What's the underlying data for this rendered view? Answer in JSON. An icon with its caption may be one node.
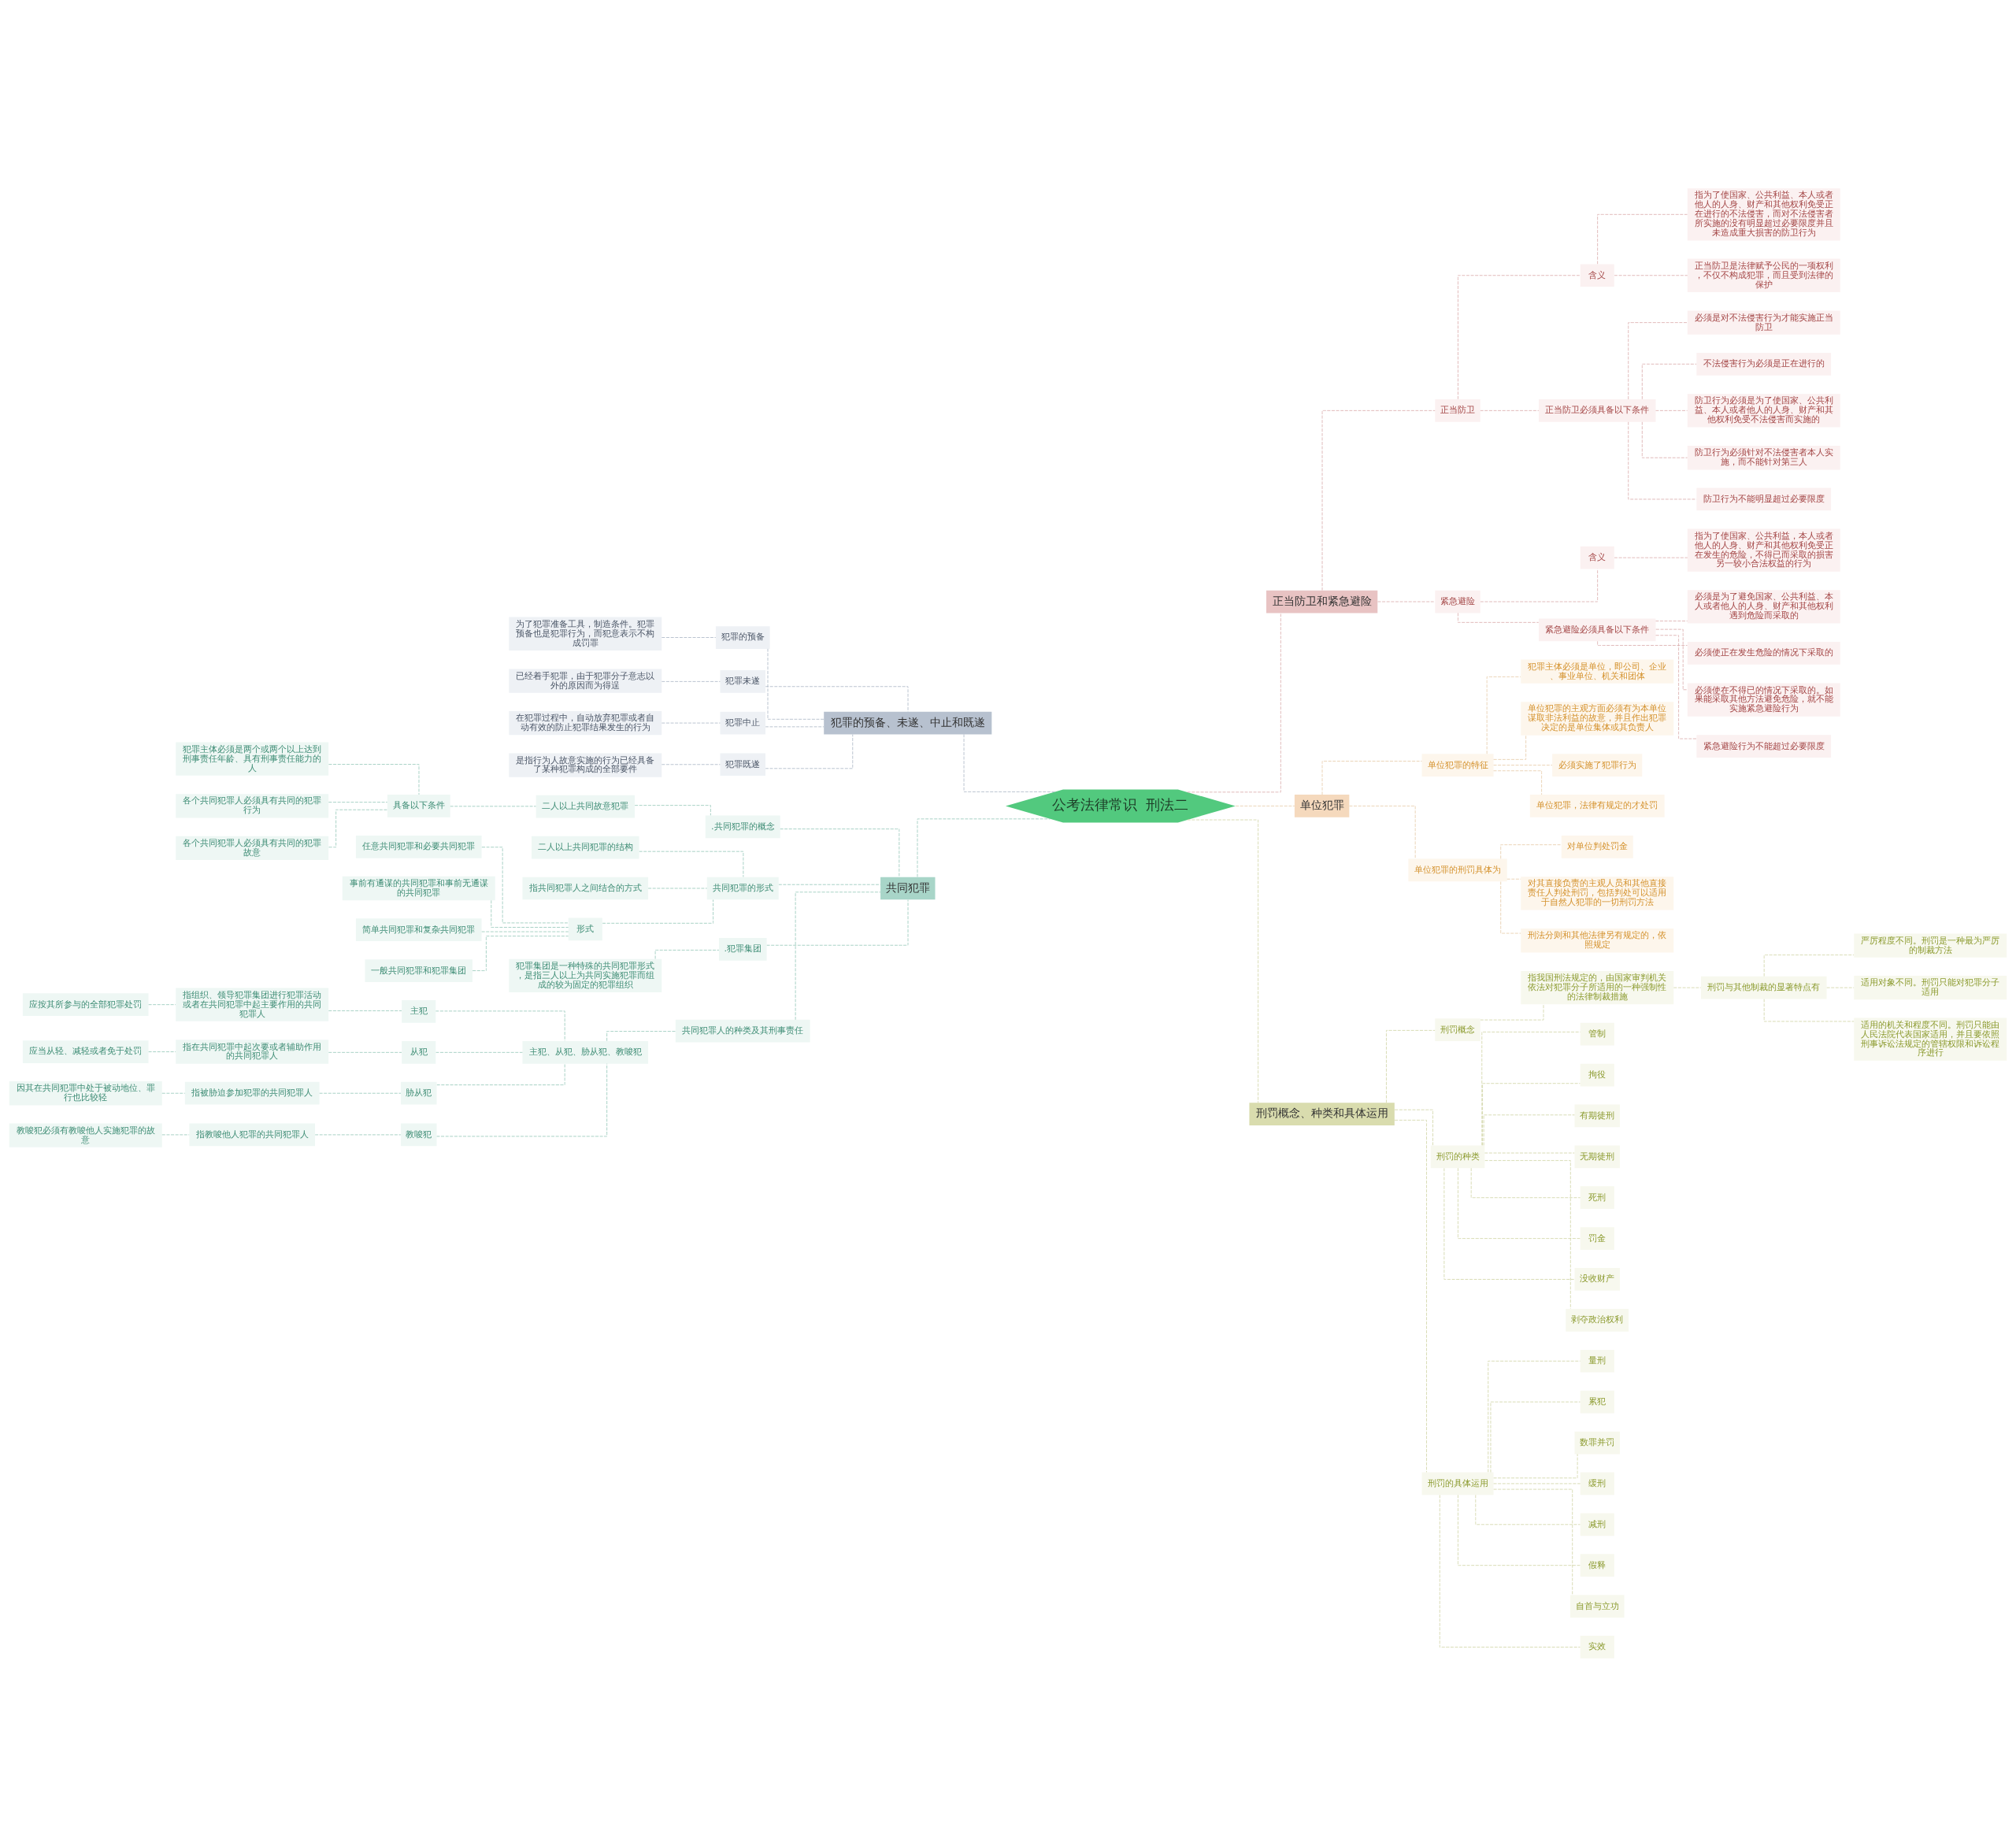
{
  "diagram": {
    "nodes": [
      {
        "text": [
          "公考法律常识  刑法二"
        ]
      },
      {
        "text": [
          "正当防卫和紧急避险"
        ]
      },
      {
        "text": [
          "正当防卫"
        ]
      },
      {
        "text": [
          "含义"
        ]
      },
      {
        "text": [
          "指为了使国家、公共利益、本人或者他人的人身、财产和其他权利免受正在进行的不法侵害，而对不法侵害者所实施的没有明显超过必要限度并且未造成重大损害的防卫行为"
        ]
      },
      {
        "text": [
          "正当防卫是法律赋予公民的一项权利，不仅不构成犯罪，而且受到法律的保护"
        ]
      },
      {
        "text": [
          "正当防卫必须具备以下条件"
        ]
      },
      {
        "text": [
          "必须是对不法侵害行为才能实施正当防卫"
        ]
      },
      {
        "text": [
          "不法侵害行为必须是正在进行的"
        ]
      },
      {
        "text": [
          "防卫行为必须是为了使国家、公共利益、本人或者他人的人身、财产和其他权利免受不法侵害而实施的"
        ]
      },
      {
        "text": [
          "防卫行为必须针对不法侵害者本人实施，而不能针对第三人"
        ]
      },
      {
        "text": [
          "防卫行为不能明显超过必要限度"
        ]
      },
      {
        "text": [
          "紧急避险"
        ]
      },
      {
        "text": [
          "含义"
        ]
      },
      {
        "text": [
          "指为了使国家、公共利益，本人或者他人的人身、财产和其他权利免受正在发生的危险，不得已而采取的损害另一较小合法权益的行为"
        ]
      },
      {
        "text": [
          "紧急避险必须具备以下条件"
        ]
      },
      {
        "text": [
          "必须是为了避免国家、公共利益、本人或者他人的人身、财产和其他权利遇到危险而采取的"
        ]
      },
      {
        "text": [
          "必须使正在发生危险的情况下采取的"
        ]
      },
      {
        "text": [
          "必须使在不得已的情况下采取的。如果能采取其他方法避免危险，就不能实施紧急避险行为"
        ]
      },
      {
        "text": [
          "紧急避险行为不能超过必要限度"
        ]
      },
      {
        "text": [
          "单位犯罪"
        ]
      },
      {
        "text": [
          "单位犯罪的特征"
        ]
      },
      {
        "text": [
          "犯罪主体必须是单位，即公司、企业、事业单位、机关和团体"
        ]
      },
      {
        "text": [
          "单位犯罪的主观方面必须有为本单位谋取非法利益的故意，并且作出犯罪决定的是单位集体或其负责人"
        ]
      },
      {
        "text": [
          "必须实施了犯罪行为"
        ]
      },
      {
        "text": [
          "单位犯罪，法律有规定的才处罚"
        ]
      },
      {
        "text": [
          "单位犯罪的刑罚具体为"
        ]
      },
      {
        "text": [
          "对单位判处罚金"
        ]
      },
      {
        "text": [
          "对其直接负责的主观人员和其他直接责任人判处刑罚，包括判处可以适用于自然人犯罪的一切刑罚方法"
        ]
      },
      {
        "text": [
          "刑法分则和其他法律另有规定的，依照规定"
        ]
      },
      {
        "text": [
          "刑罚概念、种类和具体运用"
        ]
      },
      {
        "text": [
          "刑罚概念"
        ]
      },
      {
        "text": [
          "指我国刑法规定的，由国家审判机关依法对犯罪分子所适用的一种强制性的法律制裁措施"
        ]
      },
      {
        "text": [
          "刑罚与其他制裁的显著特点有"
        ]
      },
      {
        "text": [
          "严厉程度不同。刑罚是一种最为严厉的制裁方法"
        ]
      },
      {
        "text": [
          "适用对象不同。刑罚只能对犯罪分子适用"
        ]
      },
      {
        "text": [
          "适用的机关和程度不同。刑罚只能由人民法院代表国家适用，并且要依照刑事诉讼法规定的管辖权限和诉讼程序进行"
        ]
      },
      {
        "text": [
          "刑罚的种类"
        ]
      },
      {
        "text": [
          "管制"
        ]
      },
      {
        "text": [
          "拘役"
        ]
      },
      {
        "text": [
          "有期徒刑"
        ]
      },
      {
        "text": [
          "无期徒刑"
        ]
      },
      {
        "text": [
          "死刑"
        ]
      },
      {
        "text": [
          "罚金"
        ]
      },
      {
        "text": [
          "没收财产"
        ]
      },
      {
        "text": [
          "剥夺政治权利"
        ]
      },
      {
        "text": [
          "刑罚的具体运用"
        ]
      },
      {
        "text": [
          "量刑"
        ]
      },
      {
        "text": [
          "累犯"
        ]
      },
      {
        "text": [
          "数罪并罚"
        ]
      },
      {
        "text": [
          "缓刑"
        ]
      },
      {
        "text": [
          "减刑"
        ]
      },
      {
        "text": [
          "假释"
        ]
      },
      {
        "text": [
          "自首与立功"
        ]
      },
      {
        "text": [
          "实效"
        ]
      },
      {
        "text": [
          "犯罪的预备、未遂、中止和既遂"
        ]
      },
      {
        "text": [
          "犯罪的预备"
        ]
      },
      {
        "text": [
          "为了犯罪准备工具，制造条件。犯罪预备也是犯罪行为，而犯意表示不构成罚罪"
        ]
      },
      {
        "text": [
          "犯罪未遂"
        ]
      },
      {
        "text": [
          "已经着手犯罪，由于犯罪分子意志以外的原因而为得逞"
        ]
      },
      {
        "text": [
          "犯罪中止"
        ]
      },
      {
        "text": [
          "在犯罪过程中，自动放弃犯罪或者自动有效的防止犯罪结果发生的行为"
        ]
      },
      {
        "text": [
          "犯罪既遂"
        ]
      },
      {
        "text": [
          "是指行为人故意实施的行为已经具备了某种犯罪构成的全部要件"
        ]
      },
      {
        "text": [
          "共同犯罪"
        ]
      },
      {
        "text": [
          ".共同犯罪的概念"
        ]
      },
      {
        "text": [
          "二人以上共同故意犯罪"
        ]
      },
      {
        "text": [
          "具备以下条件"
        ]
      },
      {
        "text": [
          "犯罪主体必须是两个或两个以上达到刑事责任年龄、具有刑事责任能力的人"
        ]
      },
      {
        "text": [
          "各个共同犯罪人必须具有共同的犯罪行为"
        ]
      },
      {
        "text": [
          "各个共同犯罪人必须具有共同的犯罪故意"
        ]
      },
      {
        "text": [
          "共同犯罪的形式"
        ]
      },
      {
        "text": [
          "二人以上共同犯罪的结构"
        ]
      },
      {
        "text": [
          "指共同犯罪人之间结合的方式"
        ]
      },
      {
        "text": [
          "形式"
        ]
      },
      {
        "text": [
          "任意共同犯罪和必要共同犯罪"
        ]
      },
      {
        "text": [
          "事前有通谋的共同犯罪和事前无通谋的共同犯罪"
        ]
      },
      {
        "text": [
          "简单共同犯罪和复杂共同犯罪"
        ]
      },
      {
        "text": [
          "一般共同犯罪和犯罪集团"
        ]
      },
      {
        "text": [
          ".犯罪集团"
        ]
      },
      {
        "text": [
          "犯罪集团是一种特殊的共同犯罪形式，是指三人以上为共同实施犯罪而组成的较为固定的犯罪组织"
        ]
      },
      {
        "text": [
          "共同犯罪人的种类及其刑事责任"
        ]
      },
      {
        "text": [
          "主犯、从犯、胁从犯、教唆犯"
        ]
      },
      {
        "text": [
          "主犯"
        ]
      },
      {
        "text": [
          "指组织、领导犯罪集团进行犯罪活动或者在共同犯罪中起主要作用的共同犯罪人"
        ]
      },
      {
        "text": [
          "应按其所参与的全部犯罪处罚"
        ]
      },
      {
        "text": [
          "从犯"
        ]
      },
      {
        "text": [
          "指在共同犯罪中起次要或者辅助作用的共同犯罪人"
        ]
      },
      {
        "text": [
          "应当从轻、减轻或者免于处罚"
        ]
      },
      {
        "text": [
          "胁从犯"
        ]
      },
      {
        "text": [
          "指被胁迫参加犯罪的共同犯罪人"
        ]
      },
      {
        "text": [
          "因其在共同犯罪中处于被动地位、罪行也比较轻"
        ]
      },
      {
        "text": [
          "教唆犯"
        ]
      },
      {
        "text": [
          "指教唆他人犯罪的共同犯罪人"
        ]
      },
      {
        "text": [
          "教唆犯必须有教唆他人实施犯罪的故意"
        ]
      }
    ],
    "edges": [
      {
        "from": 0,
        "to": 1,
        "arrow": "none",
        "style": "dashed",
        "color": "#d9a9a9"
      },
      {
        "from": 1,
        "to": 2,
        "arrow": "none",
        "style": "dashed",
        "color": "#d9a9a9"
      },
      {
        "from": 2,
        "to": 3,
        "arrow": "none",
        "style": "dashed",
        "color": "#d9a9a9"
      },
      {
        "from": 3,
        "to": 4,
        "arrow": "none",
        "style": "dashed",
        "color": "#d9a9a9"
      },
      {
        "from": 3,
        "to": 5,
        "arrow": "none",
        "style": "dashed",
        "color": "#d9a9a9"
      },
      {
        "from": 2,
        "to": 6,
        "arrow": "none",
        "style": "dashed",
        "color": "#d9a9a9"
      },
      {
        "from": 6,
        "to": 7,
        "arrow": "none",
        "style": "dashed",
        "color": "#d9a9a9"
      },
      {
        "from": 6,
        "to": 8,
        "arrow": "none",
        "style": "dashed",
        "color": "#d9a9a9"
      },
      {
        "from": 6,
        "to": 9,
        "arrow": "none",
        "style": "dashed",
        "color": "#d9a9a9"
      },
      {
        "from": 6,
        "to": 10,
        "arrow": "none",
        "style": "dashed",
        "color": "#d9a9a9"
      },
      {
        "from": 6,
        "to": 11,
        "arrow": "none",
        "style": "dashed",
        "color": "#d9a9a9"
      },
      {
        "from": 1,
        "to": 12,
        "arrow": "none",
        "style": "dashed",
        "color": "#d9a9a9"
      },
      {
        "from": 12,
        "to": 13,
        "arrow": "none",
        "style": "dashed",
        "color": "#d9a9a9"
      },
      {
        "from": 13,
        "to": 14,
        "arrow": "none",
        "style": "dashed",
        "color": "#d9a9a9"
      },
      {
        "from": 12,
        "to": 15,
        "arrow": "none",
        "style": "dashed",
        "color": "#d9a9a9"
      },
      {
        "from": 15,
        "to": 16,
        "arrow": "none",
        "style": "dashed",
        "color": "#d9a9a9"
      },
      {
        "from": 15,
        "to": 17,
        "arrow": "none",
        "style": "dashed",
        "color": "#d9a9a9"
      },
      {
        "from": 15,
        "to": 18,
        "arrow": "none",
        "style": "dashed",
        "color": "#d9a9a9"
      },
      {
        "from": 15,
        "to": 19,
        "arrow": "none",
        "style": "dashed",
        "color": "#d9a9a9"
      },
      {
        "from": 0,
        "to": 20,
        "arrow": "none",
        "style": "dashed",
        "color": "#e6c9a6"
      },
      {
        "from": 20,
        "to": 21,
        "arrow": "none",
        "style": "dashed",
        "color": "#e6c9a6"
      },
      {
        "from": 21,
        "to": 22,
        "arrow": "none",
        "style": "dashed",
        "color": "#e6c9a6"
      },
      {
        "from": 21,
        "to": 23,
        "arrow": "none",
        "style": "dashed",
        "color": "#e6c9a6"
      },
      {
        "from": 21,
        "to": 24,
        "arrow": "none",
        "style": "dashed",
        "color": "#e6c9a6"
      },
      {
        "from": 21,
        "to": 25,
        "arrow": "none",
        "style": "dashed",
        "color": "#e6c9a6"
      },
      {
        "from": 20,
        "to": 26,
        "arrow": "none",
        "style": "dashed",
        "color": "#e6c9a6"
      },
      {
        "from": 26,
        "to": 27,
        "arrow": "none",
        "style": "dashed",
        "color": "#e6c9a6"
      },
      {
        "from": 26,
        "to": 28,
        "arrow": "none",
        "style": "dashed",
        "color": "#e6c9a6"
      },
      {
        "from": 26,
        "to": 29,
        "arrow": "none",
        "style": "dashed",
        "color": "#e6c9a6"
      },
      {
        "from": 0,
        "to": 30,
        "arrow": "none",
        "style": "dashed",
        "color": "#cfd3a3"
      },
      {
        "from": 30,
        "to": 31,
        "arrow": "none",
        "style": "dashed",
        "color": "#cfd3a3"
      },
      {
        "from": 31,
        "to": 32,
        "arrow": "none",
        "style": "dashed",
        "color": "#cfd3a3"
      },
      {
        "from": 32,
        "to": 33,
        "arrow": "none",
        "style": "dashed",
        "color": "#cfd3a3"
      },
      {
        "from": 33,
        "to": 34,
        "arrow": "none",
        "style": "dashed",
        "color": "#cfd3a3"
      },
      {
        "from": 33,
        "to": 35,
        "arrow": "none",
        "style": "dashed",
        "color": "#cfd3a3"
      },
      {
        "from": 33,
        "to": 36,
        "arrow": "none",
        "style": "dashed",
        "color": "#cfd3a3"
      },
      {
        "from": 30,
        "to": 37,
        "arrow": "none",
        "style": "dashed",
        "color": "#cfd3a3"
      },
      {
        "from": 37,
        "to": 38,
        "arrow": "none",
        "style": "dashed",
        "color": "#cfd3a3"
      },
      {
        "from": 37,
        "to": 39,
        "arrow": "none",
        "style": "dashed",
        "color": "#cfd3a3"
      },
      {
        "from": 37,
        "to": 40,
        "arrow": "none",
        "style": "dashed",
        "color": "#cfd3a3"
      },
      {
        "from": 37,
        "to": 41,
        "arrow": "none",
        "style": "dashed",
        "color": "#cfd3a3"
      },
      {
        "from": 37,
        "to": 42,
        "arrow": "none",
        "style": "dashed",
        "color": "#cfd3a3"
      },
      {
        "from": 37,
        "to": 43,
        "arrow": "none",
        "style": "dashed",
        "color": "#cfd3a3"
      },
      {
        "from": 37,
        "to": 44,
        "arrow": "none",
        "style": "dashed",
        "color": "#cfd3a3"
      },
      {
        "from": 37,
        "to": 45,
        "arrow": "none",
        "style": "dashed",
        "color": "#cfd3a3"
      },
      {
        "from": 30,
        "to": 46,
        "arrow": "none",
        "style": "dashed",
        "color": "#cfd3a3"
      },
      {
        "from": 46,
        "to": 47,
        "arrow": "none",
        "style": "dashed",
        "color": "#cfd3a3"
      },
      {
        "from": 46,
        "to": 48,
        "arrow": "none",
        "style": "dashed",
        "color": "#cfd3a3"
      },
      {
        "from": 46,
        "to": 49,
        "arrow": "none",
        "style": "dashed",
        "color": "#cfd3a3"
      },
      {
        "from": 46,
        "to": 50,
        "arrow": "none",
        "style": "dashed",
        "color": "#cfd3a3"
      },
      {
        "from": 46,
        "to": 51,
        "arrow": "none",
        "style": "dashed",
        "color": "#cfd3a3"
      },
      {
        "from": 46,
        "to": 52,
        "arrow": "none",
        "style": "dashed",
        "color": "#cfd3a3"
      },
      {
        "from": 46,
        "to": 53,
        "arrow": "none",
        "style": "dashed",
        "color": "#cfd3a3"
      },
      {
        "from": 46,
        "to": 54,
        "arrow": "none",
        "style": "dashed",
        "color": "#cfd3a3"
      },
      {
        "from": 0,
        "to": 55,
        "arrow": "none",
        "style": "dashed",
        "color": "#aab5c4"
      },
      {
        "from": 55,
        "to": 56,
        "arrow": "none",
        "style": "dashed",
        "color": "#aab5c4"
      },
      {
        "from": 56,
        "to": 57,
        "arrow": "none",
        "style": "dashed",
        "color": "#aab5c4"
      },
      {
        "from": 55,
        "to": 58,
        "arrow": "none",
        "style": "dashed",
        "color": "#aab5c4"
      },
      {
        "from": 58,
        "to": 59,
        "arrow": "none",
        "style": "dashed",
        "color": "#aab5c4"
      },
      {
        "from": 55,
        "to": 60,
        "arrow": "none",
        "style": "dashed",
        "color": "#aab5c4"
      },
      {
        "from": 60,
        "to": 61,
        "arrow": "none",
        "style": "dashed",
        "color": "#aab5c4"
      },
      {
        "from": 55,
        "to": 62,
        "arrow": "none",
        "style": "dashed",
        "color": "#aab5c4"
      },
      {
        "from": 62,
        "to": 63,
        "arrow": "none",
        "style": "dashed",
        "color": "#aab5c4"
      },
      {
        "from": 0,
        "to": 64,
        "arrow": "none",
        "style": "dashed",
        "color": "#93c7b8"
      },
      {
        "from": 64,
        "to": 65,
        "arrow": "none",
        "style": "dashed",
        "color": "#93c7b8"
      },
      {
        "from": 65,
        "to": 66,
        "arrow": "none",
        "style": "dashed",
        "color": "#93c7b8"
      },
      {
        "from": 66,
        "to": 67,
        "arrow": "none",
        "style": "dashed",
        "color": "#93c7b8"
      },
      {
        "from": 67,
        "to": 68,
        "arrow": "none",
        "style": "dashed",
        "color": "#93c7b8"
      },
      {
        "from": 67,
        "to": 69,
        "arrow": "none",
        "style": "dashed",
        "color": "#93c7b8"
      },
      {
        "from": 67,
        "to": 70,
        "arrow": "none",
        "style": "dashed",
        "color": "#93c7b8"
      },
      {
        "from": 64,
        "to": 71,
        "arrow": "none",
        "style": "dashed",
        "color": "#93c7b8"
      },
      {
        "from": 71,
        "to": 72,
        "arrow": "none",
        "style": "dashed",
        "color": "#93c7b8"
      },
      {
        "from": 71,
        "to": 73,
        "arrow": "none",
        "style": "dashed",
        "color": "#93c7b8"
      },
      {
        "from": 71,
        "to": 74,
        "arrow": "none",
        "style": "dashed",
        "color": "#93c7b8"
      },
      {
        "from": 74,
        "to": 75,
        "arrow": "none",
        "style": "dashed",
        "color": "#93c7b8"
      },
      {
        "from": 74,
        "to": 76,
        "arrow": "none",
        "style": "dashed",
        "color": "#93c7b8"
      },
      {
        "from": 74,
        "to": 77,
        "arrow": "none",
        "style": "dashed",
        "color": "#93c7b8"
      },
      {
        "from": 74,
        "to": 78,
        "arrow": "none",
        "style": "dashed",
        "color": "#93c7b8"
      },
      {
        "from": 64,
        "to": 79,
        "arrow": "none",
        "style": "dashed",
        "color": "#93c7b8"
      },
      {
        "from": 79,
        "to": 80,
        "arrow": "none",
        "style": "dashed",
        "color": "#93c7b8"
      },
      {
        "from": 64,
        "to": 81,
        "arrow": "none",
        "style": "dashed",
        "color": "#93c7b8"
      },
      {
        "from": 81,
        "to": 82,
        "arrow": "none",
        "style": "dashed",
        "color": "#93c7b8"
      },
      {
        "from": 82,
        "to": 83,
        "arrow": "none",
        "style": "dashed",
        "color": "#93c7b8"
      },
      {
        "from": 83,
        "to": 84,
        "arrow": "none",
        "style": "dashed",
        "color": "#93c7b8"
      },
      {
        "from": 84,
        "to": 85,
        "arrow": "none",
        "style": "dashed",
        "color": "#93c7b8"
      },
      {
        "from": 82,
        "to": 86,
        "arrow": "none",
        "style": "dashed",
        "color": "#93c7b8"
      },
      {
        "from": 86,
        "to": 87,
        "arrow": "none",
        "style": "dashed",
        "color": "#93c7b8"
      },
      {
        "from": 87,
        "to": 88,
        "arrow": "none",
        "style": "dashed",
        "color": "#93c7b8"
      },
      {
        "from": 82,
        "to": 89,
        "arrow": "none",
        "style": "dashed",
        "color": "#93c7b8"
      },
      {
        "from": 89,
        "to": 90,
        "arrow": "none",
        "style": "dashed",
        "color": "#93c7b8"
      },
      {
        "from": 90,
        "to": 91,
        "arrow": "none",
        "style": "dashed",
        "color": "#93c7b8"
      },
      {
        "from": 82,
        "to": 92,
        "arrow": "none",
        "style": "dashed",
        "color": "#93c7b8"
      },
      {
        "from": 92,
        "to": 93,
        "arrow": "none",
        "style": "dashed",
        "color": "#93c7b8"
      },
      {
        "from": 93,
        "to": 94,
        "arrow": "none",
        "style": "dashed",
        "color": "#93c7b8"
      }
    ]
  }
}
